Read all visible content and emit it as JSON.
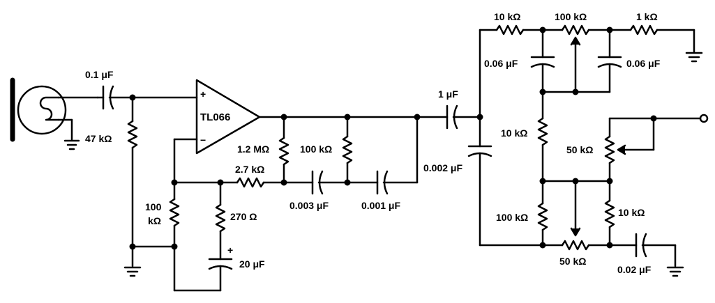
{
  "labels": {
    "c_input": "0.1 μF",
    "r_input_bias": "47 kΩ",
    "opamp": "TL066",
    "opamp_plus": "+",
    "opamp_minus": "−",
    "r_feedback_upper": "1.2 MΩ",
    "r_feedback_series": "2.7 kΩ",
    "r_gnd_100k_a": "100",
    "r_gnd_100k_b": "kΩ",
    "r_270": "270 Ω",
    "c_20u": "20 μF",
    "c_20u_plus": "+",
    "r_tone_100k": "100 kΩ",
    "c_0003": "0.003 μF",
    "c_0001": "0.001 μF",
    "c_1u": "1 μF",
    "c_0002": "0.002 μF",
    "r_top_10k": "10 kΩ",
    "pot_top_100k": "100 kΩ",
    "r_top_1k": "1 kΩ",
    "c_006_left": "0.06 μF",
    "c_006_right": "0.06 μF",
    "r_mid_10k": "10 kΩ",
    "pot_50k_output": "50 kΩ",
    "r_bot_100k": "100 kΩ",
    "r_bot_10k": "10 kΩ",
    "pot_50k_bottom": "50 kΩ",
    "c_002": "0.02 μF"
  }
}
